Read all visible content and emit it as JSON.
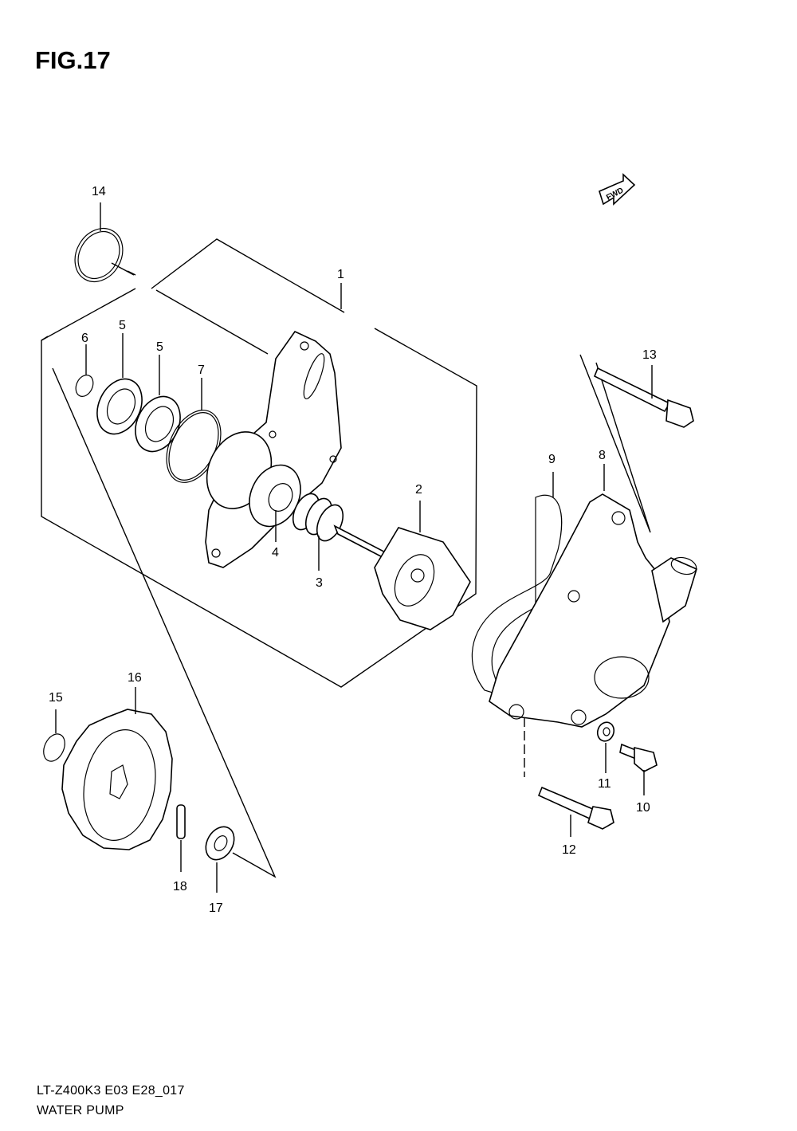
{
  "figure": {
    "title": "FIG.17",
    "code": "LT-Z400K3 E03 E28_017",
    "name": "WATER PUMP",
    "fwd_label": "FWD"
  },
  "callouts": [
    {
      "id": "callout-1",
      "label": "1"
    },
    {
      "id": "callout-2",
      "label": "2"
    },
    {
      "id": "callout-3",
      "label": "3"
    },
    {
      "id": "callout-4",
      "label": "4"
    },
    {
      "id": "callout-5a",
      "label": "5"
    },
    {
      "id": "callout-5b",
      "label": "5"
    },
    {
      "id": "callout-6",
      "label": "6"
    },
    {
      "id": "callout-7",
      "label": "7"
    },
    {
      "id": "callout-8",
      "label": "8"
    },
    {
      "id": "callout-9",
      "label": "9"
    },
    {
      "id": "callout-10",
      "label": "10"
    },
    {
      "id": "callout-11",
      "label": "11"
    },
    {
      "id": "callout-12",
      "label": "12"
    },
    {
      "id": "callout-13",
      "label": "13"
    },
    {
      "id": "callout-14",
      "label": "14"
    },
    {
      "id": "callout-15",
      "label": "15"
    },
    {
      "id": "callout-16",
      "label": "16"
    },
    {
      "id": "callout-17",
      "label": "17"
    },
    {
      "id": "callout-18",
      "label": "18"
    }
  ]
}
